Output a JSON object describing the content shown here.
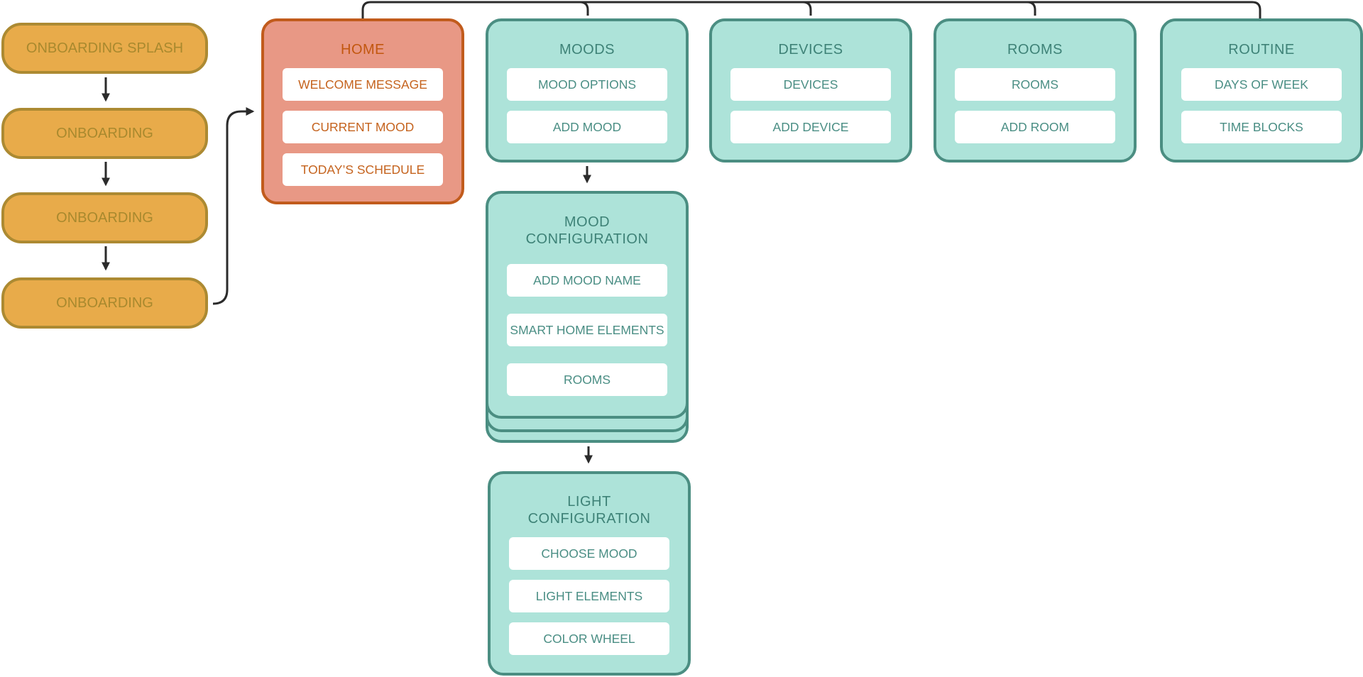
{
  "onboarding": [
    "ONBOARDING SPLASH",
    "ONBOARDING",
    "ONBOARDING",
    "ONBOARDING"
  ],
  "home": {
    "title": "HOME",
    "items": [
      "WELCOME MESSAGE",
      "CURRENT MOOD",
      "TODAY’S SCHEDULE"
    ]
  },
  "moods": {
    "title": "MOODS",
    "items": [
      "MOOD OPTIONS",
      "ADD MOOD"
    ]
  },
  "devices": {
    "title": "DEVICES",
    "items": [
      "DEVICES",
      "ADD DEVICE"
    ]
  },
  "rooms": {
    "title": "ROOMS",
    "items": [
      "ROOMS",
      "ADD ROOM"
    ]
  },
  "routine": {
    "title": "ROUTINE",
    "items": [
      "DAYS OF WEEK",
      "TIME BLOCKS"
    ]
  },
  "mood_configuration": {
    "title": "MOOD\nCONFIGURATION",
    "items": [
      "ADD MOOD NAME",
      "SMART HOME ELEMENTS",
      "ROOMS"
    ]
  },
  "light_configuration": {
    "title": "LIGHT\nCONFIGURATION",
    "items": [
      "CHOOSE MOOD",
      "LIGHT ELEMENTS",
      "COLOR WHEEL"
    ]
  },
  "colors": {
    "onboarding_fill": "#e8ab4a",
    "onboarding_border": "#ac8a32",
    "home_fill": "#e89885",
    "home_border": "#c15b1c",
    "teal_fill": "#ade3d9",
    "teal_border": "#4b8e82",
    "connector": "#2b2b2b"
  }
}
